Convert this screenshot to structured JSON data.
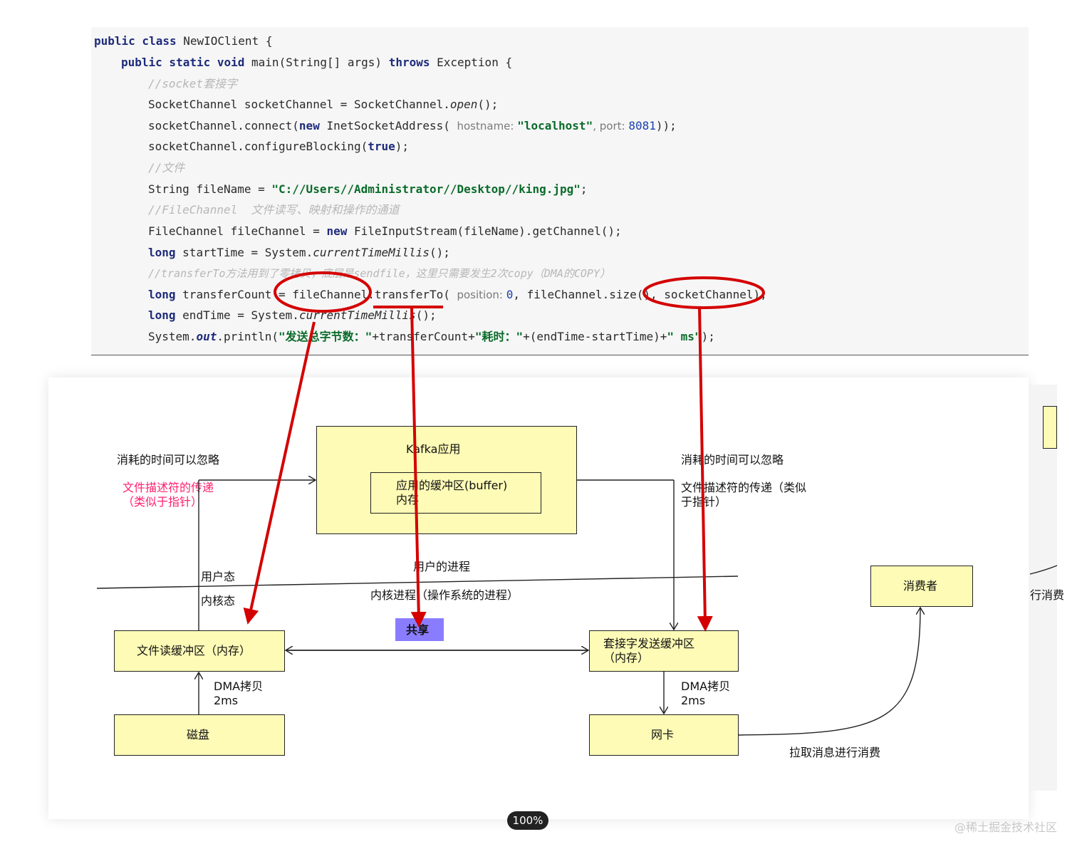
{
  "code": {
    "line1": [
      "public class ",
      "NewIOClient {"
    ],
    "line2": [
      "public static void ",
      "main(String[] args) ",
      "throws ",
      "Exception {"
    ],
    "comment_socket": "//socket套接字",
    "line_socket_open": "SocketChannel socketChannel = SocketChannel.",
    "open_call": "open",
    "open_tail": "();",
    "connect_a": "socketChannel.connect(",
    "connect_new": "new ",
    "connect_b": "InetSocketAddress( ",
    "hostname_hint": "hostname: ",
    "host_str": "\"localhost\"",
    "port_hint": ", port: ",
    "port_num": "8081",
    "connect_tail": "));",
    "blocking_a": "socketChannel.configureBlocking(",
    "blocking_true": "true",
    "blocking_tail": ");",
    "comment_file": "//文件",
    "filename_a": "String fileName = ",
    "filename_str": "\"C://Users//Administrator//Desktop//king.jpg\"",
    "filename_tail": ";",
    "comment_filechannel": "//FileChannel  文件读写、映射和操作的通道",
    "fc_a": "FileChannel fileChannel = ",
    "fc_new": "new ",
    "fc_b": "FileInputStream(fileName).getChannel();",
    "start_long": "long ",
    "start_a": "startTime = System.",
    "start_call": "currentTimeMillis",
    "start_tail": "();",
    "comment_transfer": "//transferTo方法用到了零拷贝，底层是sendfile，这里只需要发生2次copy（DMA的COPY）",
    "tc_long": "long ",
    "tc_a": "transferCount = fileChannel.transferTo( ",
    "position_hint": "position: ",
    "position_num": "0",
    "tc_b": ", fileChannel.size(), socketChannel);",
    "end_long": "long ",
    "end_a": "endTime = System.",
    "end_call": "currentTimeMillis",
    "end_tail": "();",
    "print_a": "System.",
    "print_out": "out",
    "print_b": ".println(",
    "print_str1": "\"发送总字节数：\"",
    "print_c": "+transferCount+",
    "print_str2": "\"耗时：\"",
    "print_d": "+(endTime-startTime)+",
    "print_str3": "\" ms\"",
    "print_tail": ");"
  },
  "diagram": {
    "kafka_app": "Kafka应用",
    "app_buffer_line1": "应用的缓冲区(buffer)",
    "app_buffer_line2": "内存",
    "left_time_note": "消耗的时间可以忽略",
    "left_fd_note_line1": "文件描述符的传递",
    "left_fd_note_line2": "（类似于指针）",
    "right_time_note": "消耗的时间可以忽略",
    "right_fd_note_line1": "文件描述符的传递（类似",
    "right_fd_note_line2": "于指针）",
    "user_mode": "用户态",
    "kernel_mode": "内核态",
    "user_process": "用户的进程",
    "kernel_process": "内核进程（操作系统的进程）",
    "shared": "共享",
    "file_read_buffer": "文件读缓冲区（内存）",
    "socket_send_buffer_line1": "套接字发送缓冲区",
    "socket_send_buffer_line2": "（内存）",
    "disk": "磁盘",
    "nic": "网卡",
    "dma_left_line1": "DMA拷贝",
    "dma_left_line2": "2ms",
    "dma_right_line1": "DMA拷贝",
    "dma_right_line2": "2ms",
    "consumer": "消费者",
    "pull_note": "拉取消息进行消费",
    "edge_cut_text": "行消费"
  },
  "zoom": "100%",
  "watermark": "@稀土掘金技术社区",
  "colors": {
    "box_fill": "#fdfbb6",
    "shared_fill": "#8a7cff",
    "annotation_red": "#d40000",
    "pink_text": "#ff1f6e"
  }
}
